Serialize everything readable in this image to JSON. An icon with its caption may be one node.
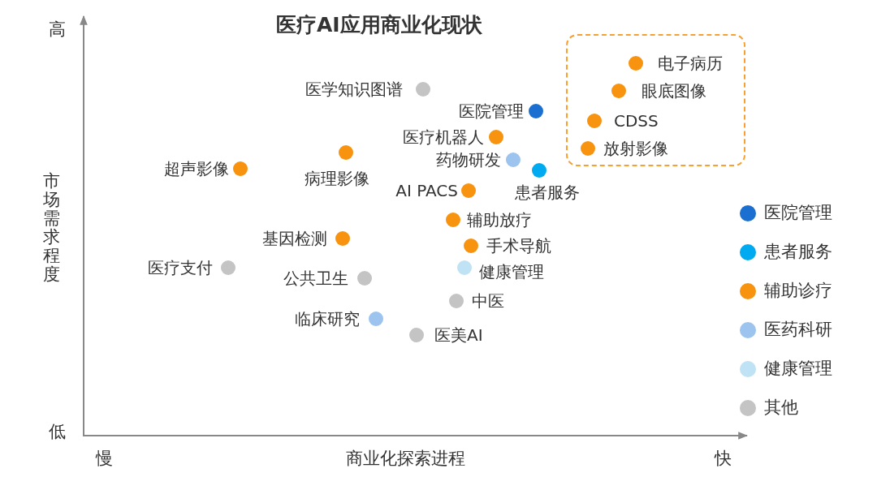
{
  "diagram": {
    "title": "医疗AI应用商业化现状",
    "nodes": [
      {
        "text": [],
        "shape": "box"
      },
      {
        "text": [
          "电子病历"
        ],
        "in": 0
      },
      {
        "text": [
          "眼底图像"
        ],
        "in": 0
      },
      {
        "text": [
          "CDSS"
        ],
        "in": 0
      },
      {
        "text": [
          "放射影像"
        ],
        "in": 0
      },
      {
        "text": [
          "医学知识图谱"
        ]
      },
      {
        "text": [
          "医院管理"
        ]
      },
      {
        "text": [
          "医疗机器人"
        ]
      },
      {
        "text": [
          "超声影像"
        ]
      },
      {
        "text": [
          "病理影像"
        ]
      },
      {
        "text": [
          "药物研发"
        ]
      },
      {
        "text": [
          "患者服务"
        ]
      },
      {
        "text": [
          "AI PACS"
        ]
      },
      {
        "text": [
          "辅助放疗"
        ]
      },
      {
        "text": [
          "基因检测"
        ]
      },
      {
        "text": [
          "手术导航"
        ]
      },
      {
        "text": [
          "健康管理"
        ]
      },
      {
        "text": [
          "医疗支付"
        ]
      },
      {
        "text": [
          "公共卫生"
        ]
      },
      {
        "text": [
          "中医"
        ]
      },
      {
        "text": [
          "临床研究"
        ]
      },
      {
        "text": [
          "医美AI"
        ]
      }
    ],
    "edges": [],
    "labels": [
      "高",
      "市场需求程度",
      "低",
      "慢",
      "商业化探索进程",
      "快"
    ],
    "legend": [
      {
        "text": "医院管理",
        "color": "#1a6fd0"
      },
      {
        "text": "患者服务",
        "color": "#00aaf0"
      },
      {
        "text": "辅助诊疗",
        "color": "#f7930f"
      },
      {
        "text": "医药科研",
        "color": "#9cc4ee"
      },
      {
        "text": "健康管理",
        "color": "#bfe2f5"
      },
      {
        "text": "其他",
        "color": "#c4c4c4"
      }
    ]
  }
}
